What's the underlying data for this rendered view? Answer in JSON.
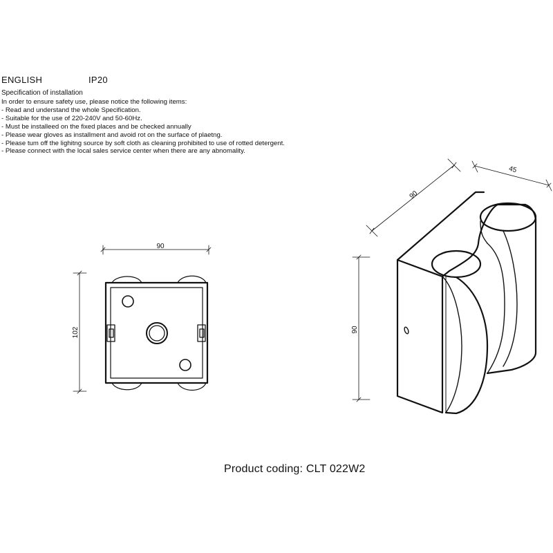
{
  "header": {
    "language": "ENGLISH",
    "ip_rating": "IP20"
  },
  "spec": {
    "title": "Specification of installation",
    "lines": [
      "In order to ensure safety use, please notice the following items:",
      "- Read and understand the whole Specification.",
      "- Suitable for the use of 220-240V and 50-60Hz.",
      "- Must be installeed on the fixed places and be checked annually",
      "- Please wear gloves as installment and avoid rot on the surface of plaetng.",
      "- Please tum off the lighitng source by soft cloth as cleaning prohibited to use of rotted detergent.",
      "- Please connect with the local sales service center when there are any abnomality."
    ]
  },
  "front_view": {
    "width_label": "90",
    "height_label": "102"
  },
  "iso_view": {
    "depth_label": "90",
    "width_label": "45",
    "height_label": "90"
  },
  "product_coding": "Product coding: CLT 022W2"
}
